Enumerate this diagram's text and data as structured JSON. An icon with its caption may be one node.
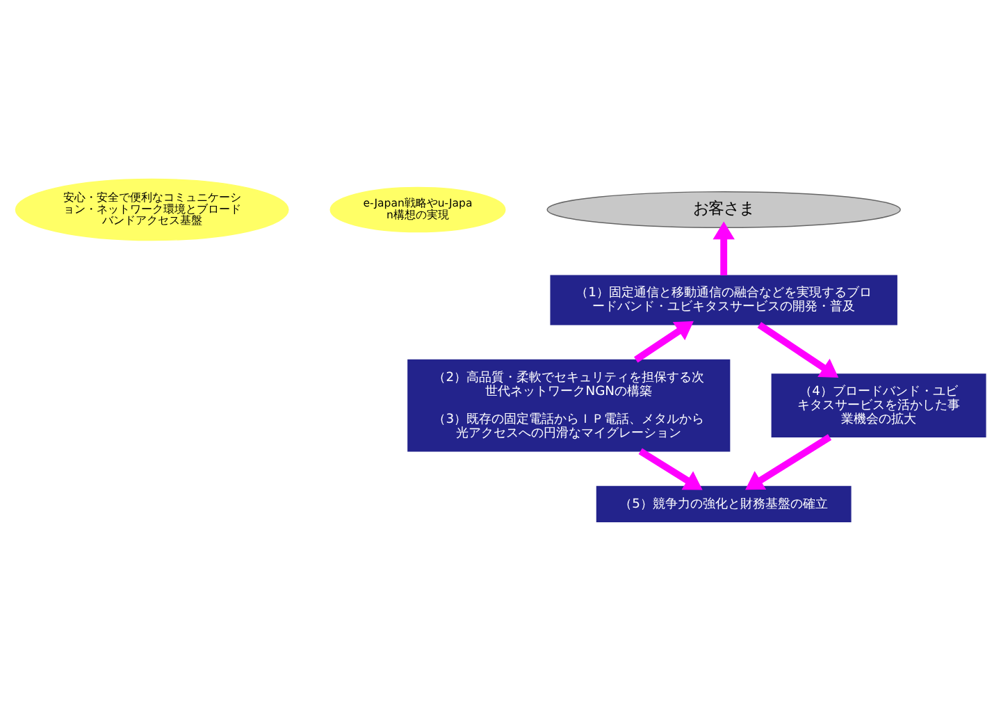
{
  "diagram": {
    "nodes": [
      {
        "text": [
          "安心・安全で便利なコミュニケーション・ネットワーク環境とブロードバンドアクセス基盤"
        ]
      },
      {
        "text": [
          "e-Japan戦略やu-Japan構想の実現"
        ]
      },
      {
        "text": [
          "お客さま"
        ]
      },
      {
        "text": [
          "（1）固定通信と移動通信の融合などを実現するブロードバンド・ユビキタスサービスの開発・普及"
        ]
      },
      {
        "text": [
          "（2）高品質・柔軟でセキュリティを担保する次世代ネットワークNGNの構築",
          "（3）既存の固定電話からＩＰ電話、メタルから光アクセスへの円滑なマイグレーション"
        ]
      },
      {
        "text": [
          "（4）ブロードバンド・ユビキタスサービスを活かした事業機会の拡大"
        ]
      },
      {
        "text": [
          "（5）競争力の強化と財務基盤の確立"
        ]
      }
    ],
    "edges": [
      {
        "from": 3,
        "to": 2,
        "arrow": "to"
      },
      {
        "from": 4,
        "to": 3,
        "arrow": "to"
      },
      {
        "from": 3,
        "to": 5,
        "arrow": "to"
      },
      {
        "from": 4,
        "to": 6,
        "arrow": "to"
      },
      {
        "from": 5,
        "to": 6,
        "arrow": "to"
      }
    ]
  }
}
